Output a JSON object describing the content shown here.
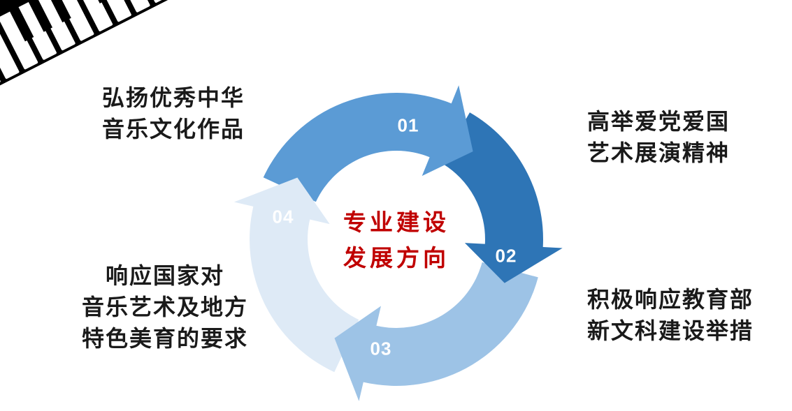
{
  "title": {
    "line1": "专业建设",
    "line2": "发展方向",
    "color": "#c00000"
  },
  "segments": [
    {
      "number": "01",
      "color": "#5b9bd5"
    },
    {
      "number": "02",
      "color": "#2e75b6"
    },
    {
      "number": "03",
      "color": "#9dc3e6"
    },
    {
      "number": "04",
      "color": "#deeaf6"
    }
  ],
  "labels": {
    "top_left": {
      "line1": "弘扬优秀中华",
      "line2": "音乐文化作品"
    },
    "top_right": {
      "line1": "高举爱党爱国",
      "line2": "艺术展演精神"
    },
    "bottom_right": {
      "line1": "积极响应教育部",
      "line2": "新文科建设举措"
    },
    "bottom_left": {
      "line1": "响应国家对",
      "line2": "音乐艺术及地方",
      "line3": "特色美育的要求"
    }
  },
  "colors": {
    "background": "#ffffff",
    "label_text": "#1a1a1a",
    "number_text": "#ffffff",
    "piano_black": "#000000",
    "piano_white": "#ffffff"
  },
  "icons": {
    "decoration": "piano-keyboard-icon"
  }
}
